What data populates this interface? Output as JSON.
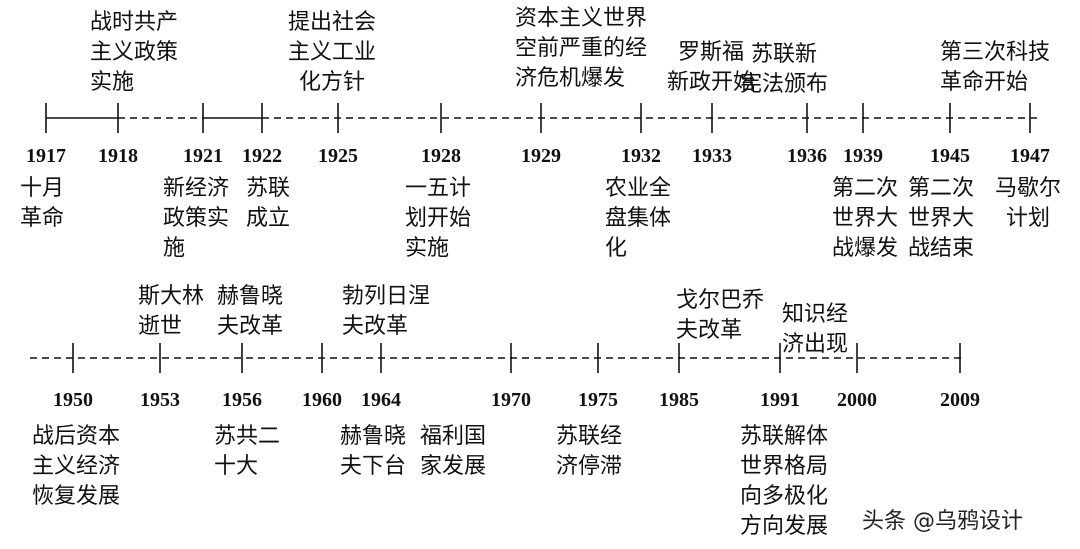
{
  "top_timeline": {
    "years": [
      "1917",
      "1918",
      "1921",
      "1922",
      "1925",
      "1928",
      "1929",
      "1932",
      "1933",
      "1936",
      "1939",
      "1945",
      "1947"
    ],
    "above": [
      {
        "year": "1918",
        "text": "战时共产\n主义政策\n实施"
      },
      {
        "year": "1925",
        "text": "提出社会\n主义工业\n化方针"
      },
      {
        "year": "1929",
        "text": "资本主义世界\n空前严重的经\n济危机爆发"
      },
      {
        "year": "1933",
        "text": "罗斯福\n新政开始"
      },
      {
        "year": "1936",
        "text": "苏联新\n宪法颁布"
      },
      {
        "year": "1945",
        "text": "第三次科技\n革命开始"
      }
    ],
    "below": [
      {
        "year": "1917",
        "text": "十月\n革命"
      },
      {
        "year": "1921",
        "text": "新经济\n政策实\n施"
      },
      {
        "year": "1922",
        "text": "苏联\n成立"
      },
      {
        "year": "1928",
        "text": "一五计\n划开始\n实施"
      },
      {
        "year": "1932",
        "text": "农业全\n盘集体\n化"
      },
      {
        "year": "1939",
        "text": "第二次\n世界大\n战爆发"
      },
      {
        "year": "1945",
        "text": "第二次\n世界大\n战结束"
      },
      {
        "year": "1947",
        "text": "马歇尔\n计划"
      }
    ]
  },
  "bottom_timeline": {
    "years": [
      "1950",
      "1953",
      "1956",
      "1960",
      "1964",
      "1970",
      "1975",
      "1985",
      "1991",
      "2000",
      "2009"
    ],
    "above": [
      {
        "year": "1953",
        "text": "斯大林\n逝世"
      },
      {
        "year": "1956",
        "text": "赫鲁晓\n夫改革"
      },
      {
        "year": "1964",
        "text": "勃列日涅\n夫改革"
      },
      {
        "year": "1985",
        "text": "戈尔巴乔\n夫改革"
      },
      {
        "year": "1991",
        "text": "知识经\n济出现"
      }
    ],
    "below": [
      {
        "year": "1950",
        "text": "战后资本\n主义经济\n恢复发展"
      },
      {
        "year": "1956",
        "text": "苏共二\n十大"
      },
      {
        "year": "1964",
        "text": "赫鲁晓\n夫下台"
      },
      {
        "year": "1970",
        "text": "福利国\n家发展"
      },
      {
        "year": "1975",
        "text": "苏联经\n济停滞"
      },
      {
        "year": "1991",
        "text": "苏联解体\n世界格局\n向多极化\n方向发展"
      }
    ]
  },
  "watermark": "头条 @乌鸦设计"
}
